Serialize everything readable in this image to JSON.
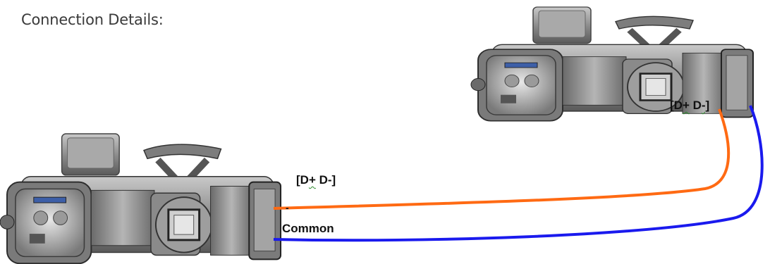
{
  "title": "Connection Details:",
  "labels": {
    "remote_port": {
      "open": "[D",
      "sign_plus": "+",
      "mid": " D",
      "close": "-]"
    },
    "local_port": {
      "open": "[D",
      "sign_plus": "+",
      "mid": " D",
      "close": "-]"
    },
    "common": "Common",
    "dash": "-"
  },
  "wires": {
    "data_color": "#ff6a13",
    "common_color": "#1a1aee"
  },
  "devices": [
    "actuator-remote",
    "actuator-local"
  ]
}
